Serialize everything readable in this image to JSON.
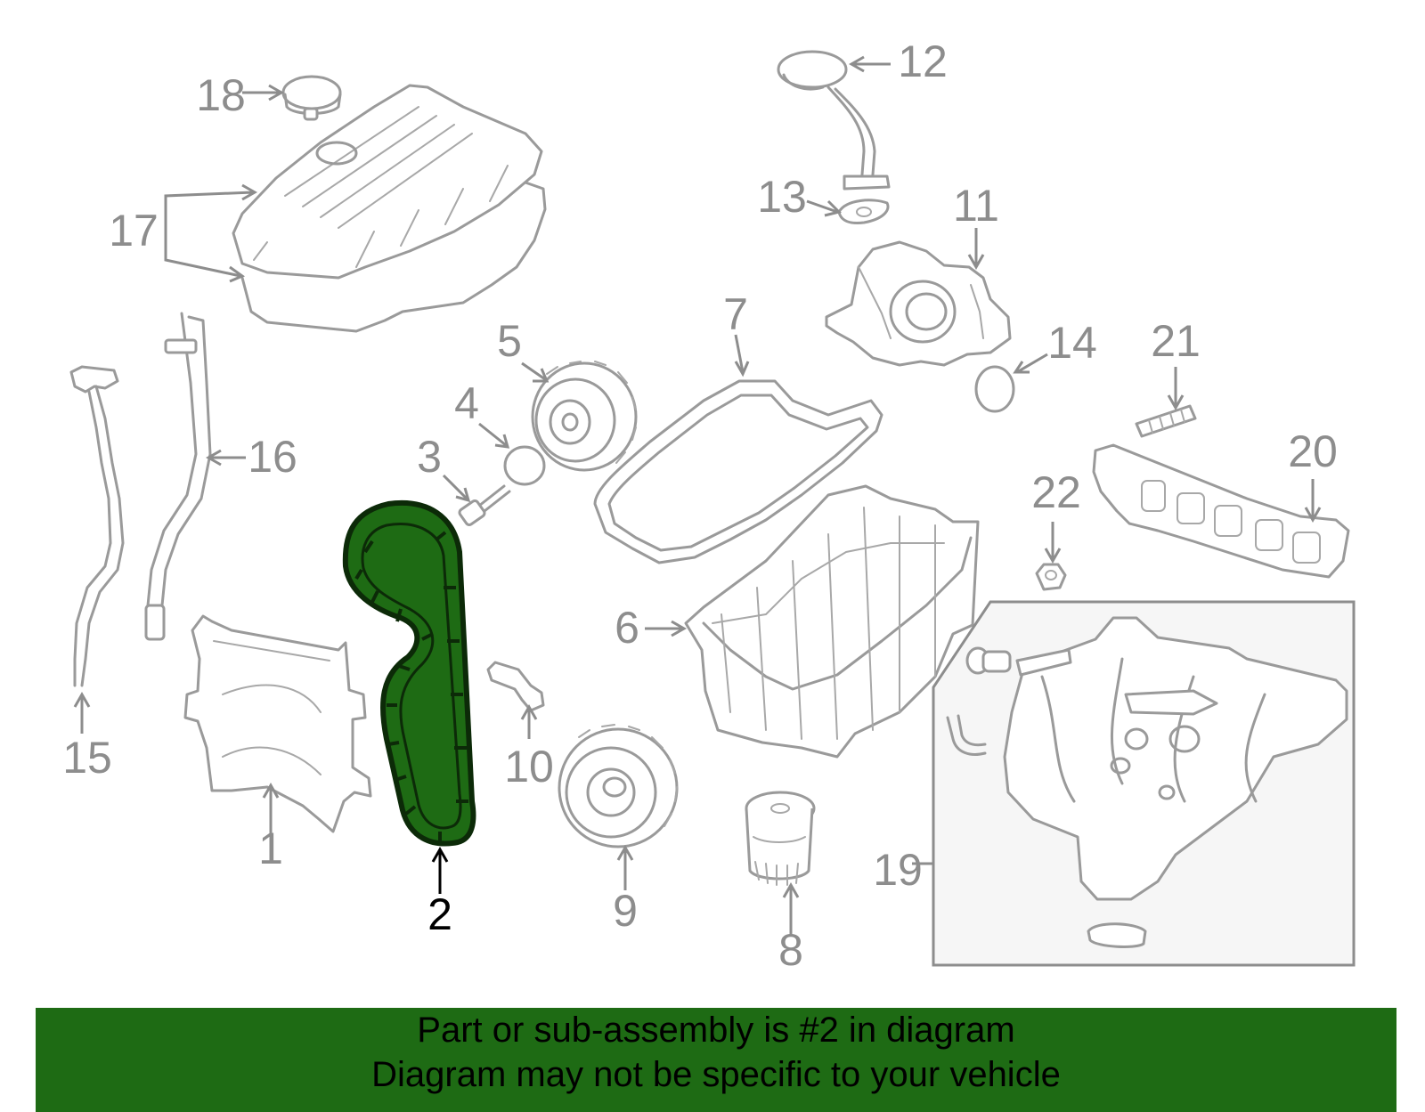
{
  "diagram": {
    "highlight_color": "#1e6b14",
    "banner_color": "#1e6b14",
    "parts": [
      {
        "id": "1",
        "label": "1"
      },
      {
        "id": "2",
        "label": "2",
        "highlighted": true
      },
      {
        "id": "3",
        "label": "3"
      },
      {
        "id": "4",
        "label": "4"
      },
      {
        "id": "5",
        "label": "5"
      },
      {
        "id": "6",
        "label": "6"
      },
      {
        "id": "7",
        "label": "7"
      },
      {
        "id": "8",
        "label": "8"
      },
      {
        "id": "9",
        "label": "9"
      },
      {
        "id": "10",
        "label": "10"
      },
      {
        "id": "11",
        "label": "11"
      },
      {
        "id": "12",
        "label": "12"
      },
      {
        "id": "13",
        "label": "13"
      },
      {
        "id": "14",
        "label": "14"
      },
      {
        "id": "15",
        "label": "15"
      },
      {
        "id": "16",
        "label": "16"
      },
      {
        "id": "17",
        "label": "17"
      },
      {
        "id": "18",
        "label": "18"
      },
      {
        "id": "19",
        "label": "19"
      },
      {
        "id": "20",
        "label": "20"
      },
      {
        "id": "21",
        "label": "21"
      },
      {
        "id": "22",
        "label": "22"
      }
    ]
  },
  "banner": {
    "line1": "Part or sub-assembly is #2 in diagram",
    "line2": "Diagram may not be specific to your vehicle"
  }
}
